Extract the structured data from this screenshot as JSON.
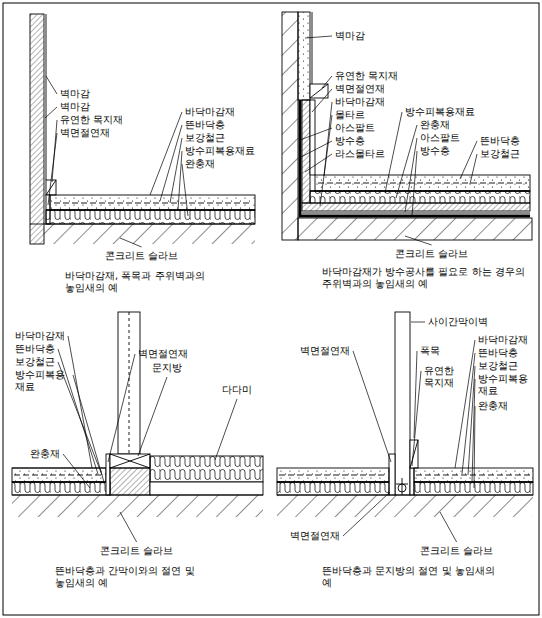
{
  "diagram": {
    "labels": [
      "벽마감",
      "벽마감",
      "유연한 목지재",
      "벽면절연재",
      "바닥마감재",
      "뜬바닥층",
      "보강철근",
      "방수피복용재료",
      "완충재",
      "콘크리트 슬라브",
      "바닥마감재, 폭목과 주위벽과의 놓임새의 예",
      "벽마감",
      "유연한 목지재",
      "벽면절연재",
      "바닥마감재",
      "몰타르",
      "아스팔트",
      "방수층",
      "라스몰타르",
      "방수피복용재료",
      "완충재",
      "아스팔트",
      "방수층",
      "뜬바닥층",
      "보강철근",
      "콘크리트 슬라브",
      "바닥마감재가 방수공사를 필요로 하는 경우의 주위벽과의 놓임새의 예",
      "바닥마감재",
      "뜬바닥층",
      "보강철근",
      "방수피복용 재료",
      "완충재",
      "벽면절연재",
      "문지방",
      "다다미",
      "콘크리트 슬라브",
      "뜬바닥층과 간막이와의 절연 및 놓임새의 예",
      "벽면절연재",
      "사이간막이벽",
      "폭목",
      "유연한 목지재",
      "바닥마감재",
      "뜬바닥층",
      "보강철근",
      "방수피복용 재료",
      "완충재",
      "벽면절연재",
      "콘크리트 슬라브",
      "뜬바닥층과 문지방의 절연 및 놓임새의 예"
    ]
  }
}
